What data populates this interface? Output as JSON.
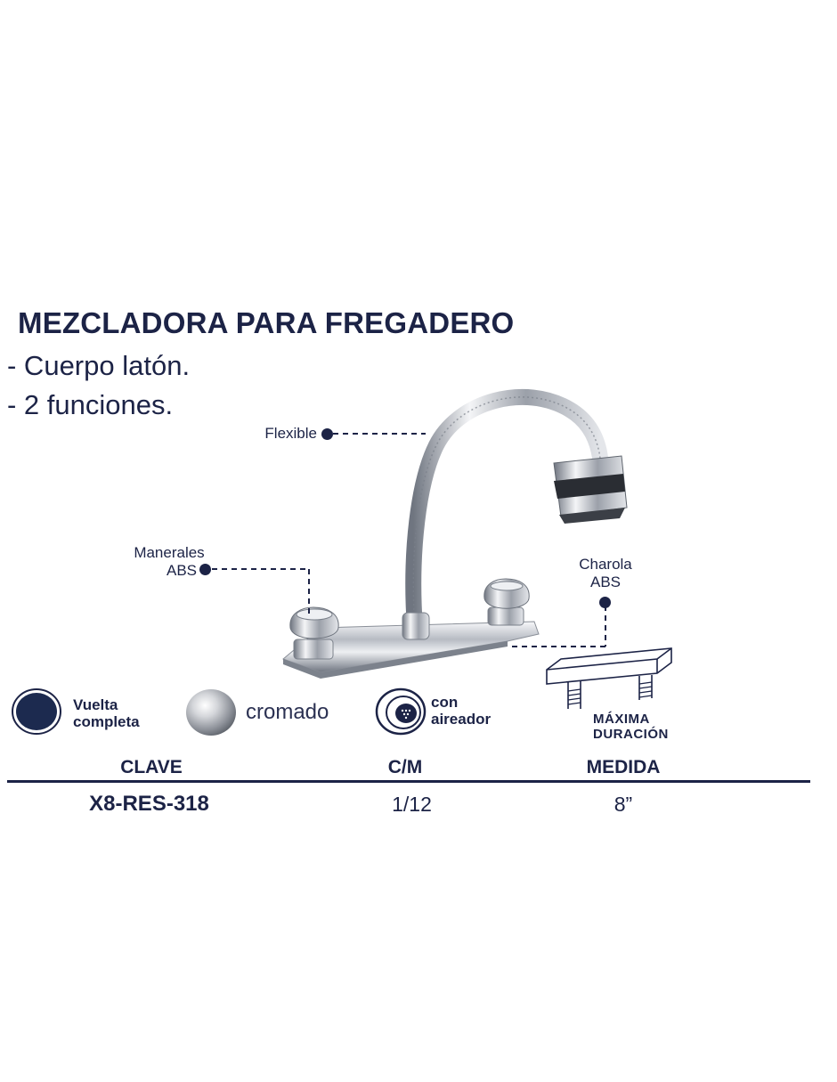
{
  "product": {
    "title": "MEZCLADORA PARA FREGADERO",
    "features": [
      "- Cuerpo latón.",
      "- 2 funciones."
    ]
  },
  "callouts": {
    "flexible": "Flexible",
    "manerales_line1": "Manerales",
    "manerales_line2": "ABS",
    "charola_line1": "Charola",
    "charola_line2": "ABS"
  },
  "feature_icons": {
    "vuelta_line1": "Vuelta",
    "vuelta_line2": "completa",
    "cromado": "cromado",
    "aireador_line1": "con",
    "aireador_line2": "aireador",
    "duracion_line1": "MÁXIMA",
    "duracion_line2": "DURACIÓN"
  },
  "table": {
    "headers": [
      "CLAVE",
      "C/M",
      "MEDIDA"
    ],
    "rows": [
      [
        "X8-RES-318",
        "1/12",
        "8”"
      ]
    ]
  },
  "colors": {
    "navy": "#1c2346",
    "chrome": "#c9ccd2",
    "background": "#ffffff"
  }
}
